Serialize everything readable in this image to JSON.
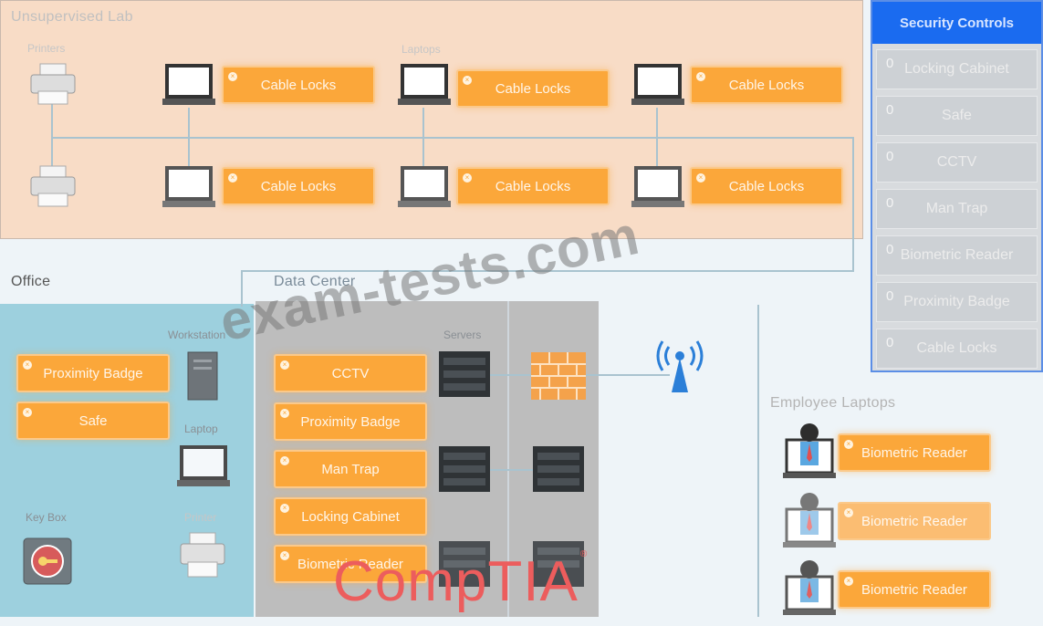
{
  "zones": {
    "lab_title": "Unsupervised Lab",
    "office_title": "Office",
    "dc_title": "Data Center",
    "employee_title": "Employee Laptops"
  },
  "labels": {
    "printers": "Printers",
    "laptops": "Laptops",
    "workstation": "Workstation",
    "laptop": "Laptop",
    "key_box": "Key Box",
    "printer": "Printer",
    "servers": "Servers"
  },
  "lab_chips": [
    "Cable Locks",
    "Cable Locks",
    "Cable Locks",
    "Cable Locks",
    "Cable Locks",
    "Cable Locks"
  ],
  "office_chips": [
    "Proximity Badge",
    "Safe"
  ],
  "dc_chips": [
    "CCTV",
    "Proximity Badge",
    "Man Trap",
    "Locking Cabinet",
    "Biometric Reader"
  ],
  "employee_chips": [
    "Biometric Reader",
    "Biometric Reader",
    "Biometric Reader"
  ],
  "security_controls": {
    "header": "Security Controls",
    "items": [
      {
        "count": "0",
        "label": "Locking Cabinet"
      },
      {
        "count": "0",
        "label": "Safe"
      },
      {
        "count": "0",
        "label": "CCTV"
      },
      {
        "count": "0",
        "label": "Man Trap"
      },
      {
        "count": "0",
        "label": "Biometric Reader"
      },
      {
        "count": "0",
        "label": "Proximity Badge"
      },
      {
        "count": "0",
        "label": "Cable Locks"
      }
    ]
  },
  "watermark": "exam-tests.com",
  "logo": {
    "text": "CompTIA",
    "reg": "®"
  },
  "colors": {
    "chip": "#fba73a",
    "panel_header": "#1a6bf0",
    "lab_bg": "#f8dcc6",
    "office_bg": "#9dd0de",
    "dc_bg": "#bdbdbd",
    "logo": "#ec5d5d"
  }
}
